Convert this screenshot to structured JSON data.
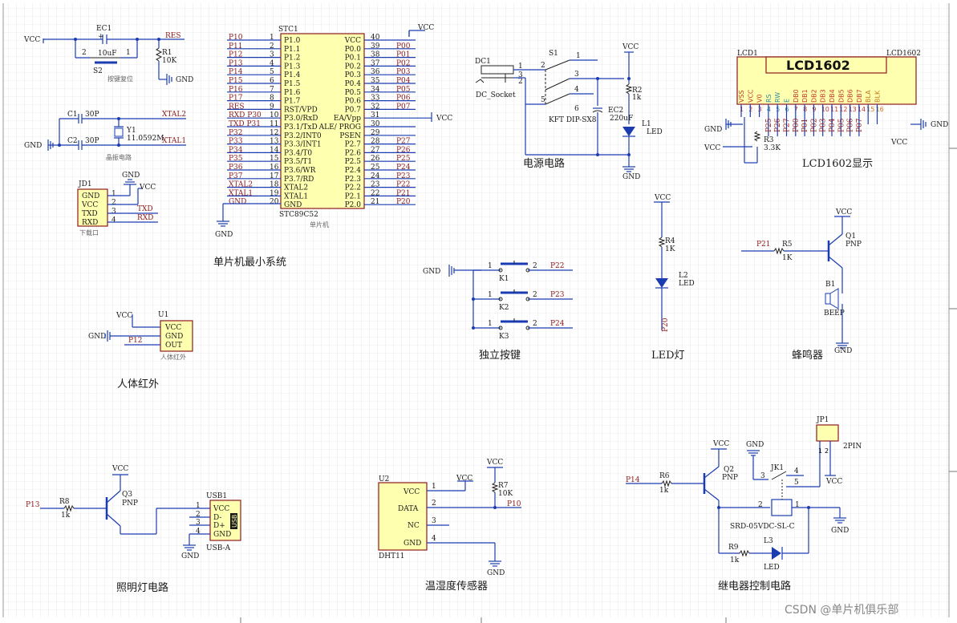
{
  "mcu": {
    "ref": "STC1",
    "part": "STC89C52",
    "label": "单片机",
    "left_pins": [
      {
        "net": "P10",
        "num": "1",
        "name": "P1.0"
      },
      {
        "net": "P11",
        "num": "2",
        "name": "P1.1"
      },
      {
        "net": "P12",
        "num": "3",
        "name": "P1.2"
      },
      {
        "net": "P13",
        "num": "4",
        "name": "P1.3"
      },
      {
        "net": "P14",
        "num": "5",
        "name": "P1.4"
      },
      {
        "net": "P15",
        "num": "6",
        "name": "P1.5"
      },
      {
        "net": "P16",
        "num": "7",
        "name": "P1.6"
      },
      {
        "net": "P17",
        "num": "8",
        "name": "P1.7"
      },
      {
        "net": "RES",
        "num": "9",
        "name": "RST/VPD"
      },
      {
        "net": "RXD P30",
        "num": "10",
        "name": "P3.0/RxD"
      },
      {
        "net": "TXD P31",
        "num": "11",
        "name": "P3.1/TxD"
      },
      {
        "net": "P32",
        "num": "12",
        "name": "P3.2/INT0"
      },
      {
        "net": "P33",
        "num": "13",
        "name": "P3.3/INT1"
      },
      {
        "net": "P34",
        "num": "14",
        "name": "P3.4/T0"
      },
      {
        "net": "P35",
        "num": "15",
        "name": "P3.5/T1"
      },
      {
        "net": "P36",
        "num": "16",
        "name": "P3.6/WR"
      },
      {
        "net": "P37",
        "num": "17",
        "name": "P3.7/RD"
      },
      {
        "net": "XTAL2",
        "num": "18",
        "name": "XTAL2"
      },
      {
        "net": "XTAL1",
        "num": "19",
        "name": "XTAL1"
      },
      {
        "net": "GND",
        "num": "20",
        "name": "GND"
      }
    ],
    "right_pins": [
      {
        "name": "VCC",
        "num": "40",
        "net": ""
      },
      {
        "name": "P0.0",
        "num": "39",
        "net": "P00"
      },
      {
        "name": "P0.1",
        "num": "38",
        "net": "P01"
      },
      {
        "name": "P0.2",
        "num": "37",
        "net": "P02"
      },
      {
        "name": "P0.3",
        "num": "36",
        "net": "P03"
      },
      {
        "name": "P0.4",
        "num": "35",
        "net": "P04"
      },
      {
        "name": "P0.5",
        "num": "34",
        "net": "P05"
      },
      {
        "name": "P0.6",
        "num": "33",
        "net": "P06"
      },
      {
        "name": "P0.7",
        "num": "32",
        "net": "P07"
      },
      {
        "name": "EA/Vpp",
        "num": "31",
        "net": ""
      },
      {
        "name": "ALE/ PROG",
        "num": "30",
        "net": ""
      },
      {
        "name": "PSEN",
        "num": "29",
        "net": ""
      },
      {
        "name": "P2.7",
        "num": "28",
        "net": "P27"
      },
      {
        "name": "P2.6",
        "num": "27",
        "net": "P26"
      },
      {
        "name": "P2.5",
        "num": "26",
        "net": "P25"
      },
      {
        "name": "P2.4",
        "num": "25",
        "net": "P24"
      },
      {
        "name": "P2.3",
        "num": "24",
        "net": "P23"
      },
      {
        "name": "P2.2",
        "num": "23",
        "net": "P22"
      },
      {
        "name": "P2.1",
        "num": "22",
        "net": "P21"
      },
      {
        "name": "P2.0",
        "num": "21",
        "net": "P20"
      }
    ],
    "vcc": "VCC",
    "ea_vcc": "VCC",
    "gnd": "GND"
  },
  "reset": {
    "vcc": "VCC",
    "cap_ref": "EC1",
    "cap_val": "10uF",
    "plus": "+",
    "res_net": "RES",
    "r_ref": "R1",
    "r_val": "10K",
    "sw_ref": "S2",
    "sw_p1": "2",
    "sw_p2": "1",
    "gnd": "GND",
    "caption": "按键复位"
  },
  "crystal": {
    "c1_ref": "C1",
    "c1_val": "30P",
    "c2_ref": "C2",
    "c2_val": "30P",
    "y_ref": "Y1",
    "y_val": "11.0592M",
    "xtal2": "XTAL2",
    "xtal1": "XTAL1",
    "gnd": "GND",
    "caption": "晶振电路"
  },
  "download": {
    "ref": "JD1",
    "pins": [
      "GND",
      "VCC",
      "TXD",
      "RXD"
    ],
    "nums": [
      "1",
      "2",
      "3",
      "4"
    ],
    "gnd": "GND",
    "vcc": "VCC",
    "txd": "TXD",
    "rxd": "RXD",
    "caption": "下载口"
  },
  "mcu_title": "单片机最小系统",
  "pir": {
    "ref": "U1",
    "pins": [
      "VCC",
      "GND",
      "OUT"
    ],
    "vcc": "VCC",
    "gnd": "GND",
    "net": "P12",
    "caption": "人体红外",
    "title": "人体红外"
  },
  "power": {
    "dc_ref": "DC1",
    "dc_part": "DC_Socket",
    "dc_pins": [
      "1",
      "2",
      "3"
    ],
    "sw_ref": "S1",
    "sw_part": "KFT DIP-SX8",
    "sw_pins": [
      "1",
      "2",
      "3",
      "4",
      "5",
      "6"
    ],
    "vcc": "VCC",
    "r_ref": "R2",
    "r_val": "1k",
    "c_ref": "EC2",
    "c_val": "220uF",
    "led_ref": "L1",
    "led_part": "LED",
    "gnd": "GND",
    "title": "电源电路"
  },
  "lcd": {
    "ref": "LCD1",
    "part": "LCD1602",
    "name": "LCD1602",
    "pins": [
      "VSS",
      "VCC",
      "V0",
      "RS",
      "RW",
      "E",
      "DB0",
      "DB1",
      "DB2",
      "DB3",
      "DB4",
      "DB5",
      "DB6",
      "DB7",
      "BLA",
      "BLK"
    ],
    "nums": [
      "1",
      "2",
      "3",
      "4",
      "5",
      "6",
      "7",
      "8",
      "9",
      "10",
      "11",
      "12",
      "13",
      "14",
      "15",
      "16"
    ],
    "nets": [
      "",
      "",
      "",
      "P25",
      "P26",
      "P27",
      "P00",
      "P01",
      "P02",
      "P03",
      "P04",
      "P05",
      "P06",
      "P07",
      "",
      ""
    ],
    "gnd": "GND",
    "vcc": "VCC",
    "r_ref": "R3",
    "r_val": "3.3K",
    "vcc2": "VCC",
    "gnd2": "GND",
    "title": "LCD1602显示"
  },
  "keys": {
    "gnd": "GND",
    "items": [
      {
        "ref": "K1",
        "net": "P22",
        "p1": "1",
        "p2": "2"
      },
      {
        "ref": "K2",
        "net": "P23",
        "p1": "1",
        "p2": "2"
      },
      {
        "ref": "K3",
        "net": "P24",
        "p1": "1",
        "p2": "2"
      }
    ],
    "title": "独立按键"
  },
  "led": {
    "vcc": "VCC",
    "r_ref": "R4",
    "r_val": "1K",
    "ref": "L2",
    "part": "LED",
    "net": "P20",
    "title": "LED灯"
  },
  "buzzer": {
    "vcc": "VCC",
    "net": "P21",
    "r_ref": "R5",
    "r_val": "1K",
    "q_ref": "Q1",
    "q_part": "PNP",
    "b_ref": "B1",
    "b_part": "BEEP",
    "gnd": "GND",
    "title": "蜂鸣器"
  },
  "light": {
    "net": "P13",
    "r_ref": "R8",
    "r_val": "1k",
    "q_ref": "Q3",
    "q_part": "PNP",
    "vcc": "VCC",
    "usb_ref": "USB1",
    "usb_pins": [
      "VCC",
      "D-",
      "D+",
      "GND"
    ],
    "usb_nums": [
      "1",
      "2",
      "3",
      "4"
    ],
    "usb_part": "USB-A",
    "usb_tag": "USB",
    "gnd": "GND",
    "title": "照明灯电路"
  },
  "dht": {
    "ref": "U2",
    "part": "DHT11",
    "pins": [
      "VCC",
      "DATA",
      "NC",
      "GND"
    ],
    "nums": [
      "1",
      "2",
      "3",
      "4"
    ],
    "vcc": "VCC",
    "vcc2": "VCC",
    "r_ref": "R7",
    "r_val": "10K",
    "net": "P10",
    "gnd": "GND",
    "title": "温湿度传感器"
  },
  "relay": {
    "net": "P14",
    "r_ref": "R6",
    "r_val": "1k",
    "q_ref": "Q2",
    "q_part": "PNP",
    "vcc": "VCC",
    "gnd": "GND",
    "jk_ref": "JK1",
    "jk_part": "SRD-05VDC-SL-C",
    "pins": [
      "1",
      "2",
      "3",
      "4",
      "5"
    ],
    "jp_ref": "JP1",
    "jp_part": "2PIN",
    "jp_pins": [
      "1",
      "2"
    ],
    "vcc2": "VCC",
    "r9_ref": "R9",
    "r9_val": "1k",
    "led_ref": "L3",
    "led_part": "LED",
    "gnd2": "GND",
    "title": "继电器控制电路"
  },
  "watermark": "CSDN @单片机俱乐部"
}
